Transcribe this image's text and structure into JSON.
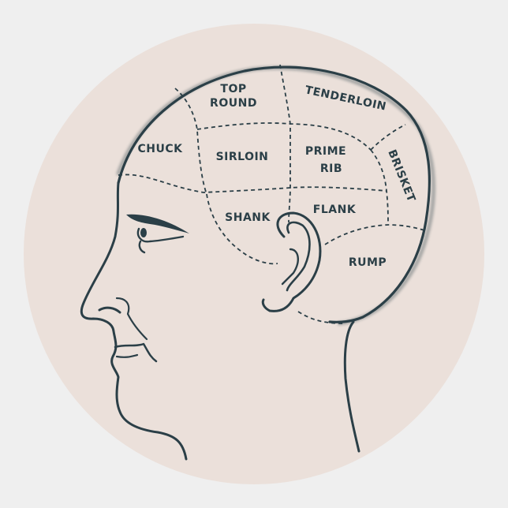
{
  "sticker": {
    "shape": "round",
    "colors": {
      "background": "#efefef",
      "sticker_fill": "#ebe0da",
      "ink": "#2b3f47"
    }
  },
  "illustration": {
    "subject": "phrenology head profile facing left",
    "regions": [
      {
        "id": "top-round",
        "lines": [
          "TOP",
          "ROUND"
        ]
      },
      {
        "id": "tenderloin",
        "lines": [
          "TENDERLOIN"
        ]
      },
      {
        "id": "chuck",
        "lines": [
          "CHUCK"
        ]
      },
      {
        "id": "sirloin",
        "lines": [
          "SIRLOIN"
        ]
      },
      {
        "id": "prime-rib",
        "lines": [
          "PRIME",
          "RIB"
        ]
      },
      {
        "id": "brisket",
        "lines": [
          "BRISKET"
        ]
      },
      {
        "id": "shank",
        "lines": [
          "SHANK"
        ]
      },
      {
        "id": "flank",
        "lines": [
          "FLANK"
        ]
      },
      {
        "id": "rump",
        "lines": [
          "RUMP"
        ]
      }
    ]
  }
}
